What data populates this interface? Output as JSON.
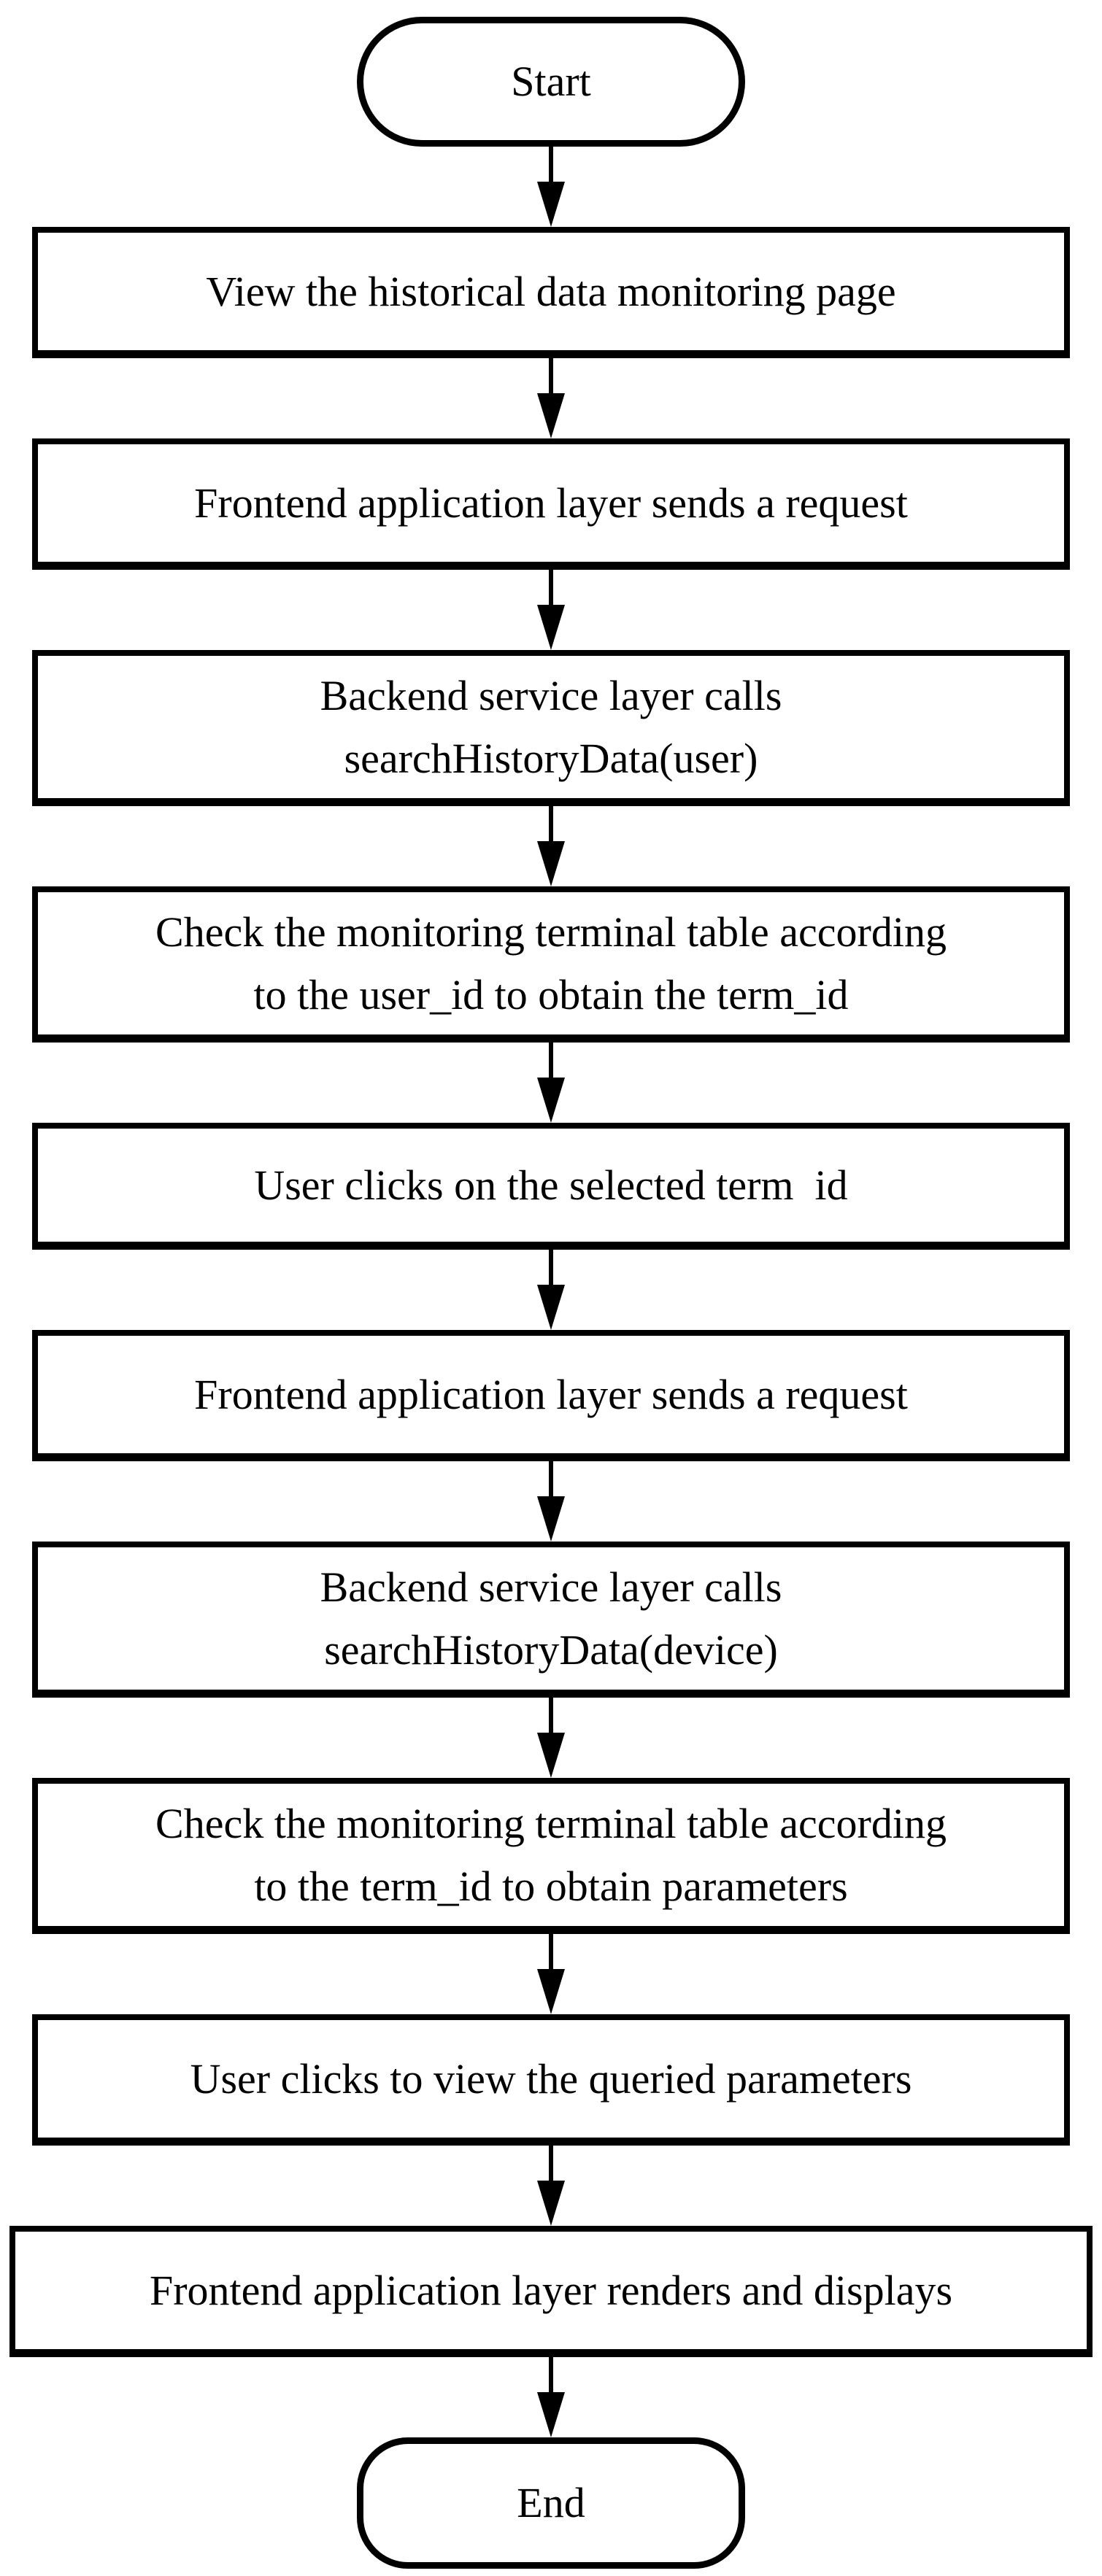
{
  "figure": {
    "type": "flowchart",
    "background_color": "#ffffff",
    "stroke_color": "#000000",
    "text_color": "#000000",
    "connector_style": "arrow-down"
  },
  "flow": {
    "nodes": [
      {
        "id": "start",
        "kind": "terminator",
        "label": "Start"
      },
      {
        "id": "step-1",
        "kind": "process",
        "label": "View the historical data monitoring page"
      },
      {
        "id": "step-2",
        "kind": "process",
        "label": "Frontend application layer sends a request"
      },
      {
        "id": "step-3",
        "kind": "process",
        "label": "Backend service layer calls\nsearchHistoryData(user)"
      },
      {
        "id": "step-4",
        "kind": "process",
        "label": "Check the monitoring terminal table according\nto the user_id to obtain the term_id"
      },
      {
        "id": "step-5",
        "kind": "process",
        "label": "User clicks on the selected term  id"
      },
      {
        "id": "step-6",
        "kind": "process",
        "label": "Frontend application layer sends a request"
      },
      {
        "id": "step-7",
        "kind": "process",
        "label": "Backend service layer calls\nsearchHistoryData(device)"
      },
      {
        "id": "step-8",
        "kind": "process",
        "label": "Check the monitoring terminal table according\nto the term_id to obtain parameters"
      },
      {
        "id": "step-9",
        "kind": "process",
        "label": "User clicks to view the queried parameters"
      },
      {
        "id": "step-10",
        "kind": "process",
        "label": "Frontend application layer renders and displays",
        "wide": true
      },
      {
        "id": "end",
        "kind": "terminator",
        "label": "End"
      }
    ]
  }
}
